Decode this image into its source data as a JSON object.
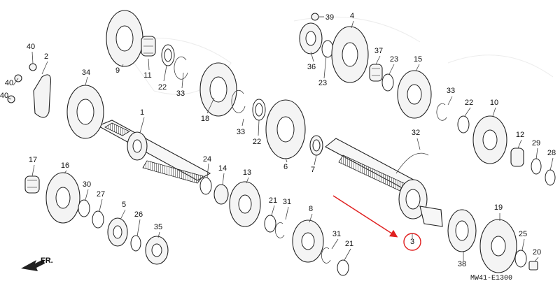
{
  "diagram": {
    "front_label": "FR.",
    "code": "MW41-E1300",
    "highlight_color": "#e02020",
    "highlighted_part": "3",
    "part_labels": [
      "40",
      "2",
      "9",
      "11",
      "22",
      "33",
      "34",
      "18",
      "1",
      "39",
      "4",
      "36",
      "23",
      "37",
      "23",
      "15",
      "33",
      "22",
      "10",
      "12",
      "29",
      "28",
      "33",
      "22",
      "6",
      "7",
      "32",
      "3",
      "17",
      "16",
      "30",
      "27",
      "5",
      "26",
      "35",
      "24",
      "14",
      "13",
      "21",
      "31",
      "8",
      "31",
      "21",
      "38",
      "19",
      "25",
      "20",
      "40",
      "40"
    ]
  }
}
